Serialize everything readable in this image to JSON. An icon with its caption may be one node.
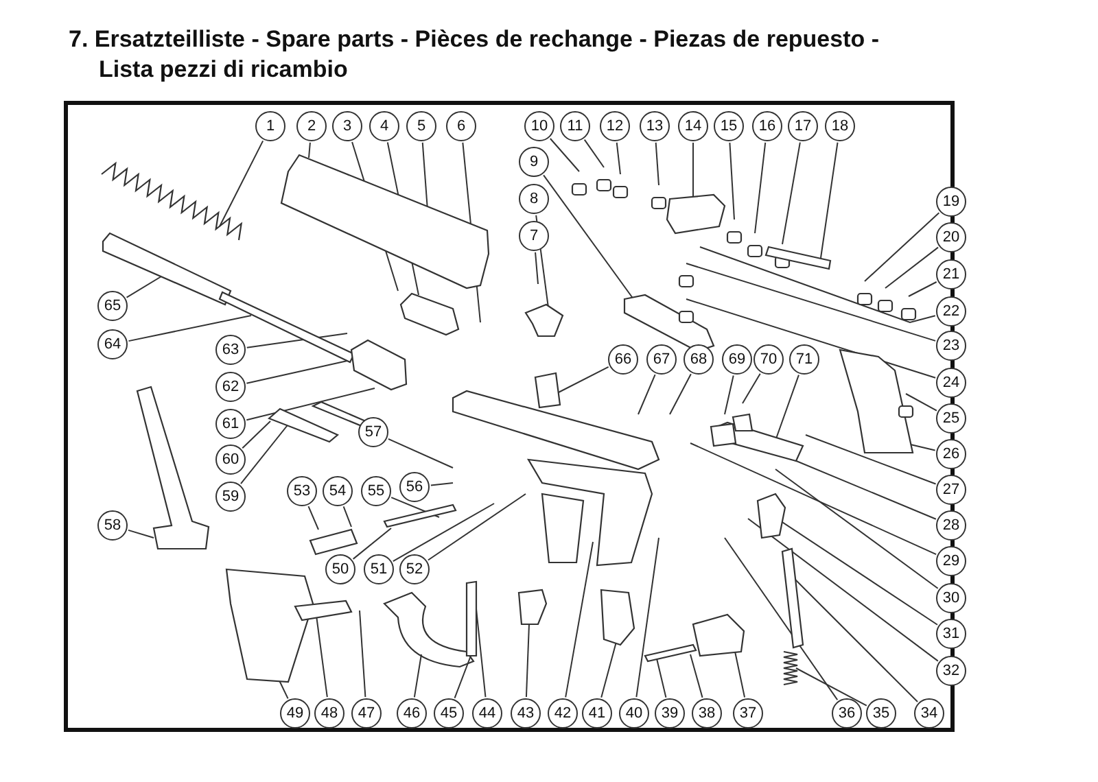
{
  "diagram": {
    "title": "7. Ersatzteilliste - Spare parts - Pièces de rechange - Piezas de repuesto - Lista pezzi di ricambio",
    "nodes": [
      {
        "text": [
          "1"
        ]
      },
      {
        "text": [
          "2"
        ]
      },
      {
        "text": [
          "3"
        ]
      },
      {
        "text": [
          "4"
        ]
      },
      {
        "text": [
          "5"
        ]
      },
      {
        "text": [
          "6"
        ]
      },
      {
        "text": [
          "7"
        ]
      },
      {
        "text": [
          "8"
        ]
      },
      {
        "text": [
          "9"
        ]
      },
      {
        "text": [
          "10"
        ]
      },
      {
        "text": [
          "11"
        ]
      },
      {
        "text": [
          "12"
        ]
      },
      {
        "text": [
          "13"
        ]
      },
      {
        "text": [
          "14"
        ]
      },
      {
        "text": [
          "15"
        ]
      },
      {
        "text": [
          "16"
        ]
      },
      {
        "text": [
          "17"
        ]
      },
      {
        "text": [
          "18"
        ]
      },
      {
        "text": [
          "19"
        ]
      },
      {
        "text": [
          "20"
        ]
      },
      {
        "text": [
          "21"
        ]
      },
      {
        "text": [
          "22"
        ]
      },
      {
        "text": [
          "23"
        ]
      },
      {
        "text": [
          "24"
        ]
      },
      {
        "text": [
          "25"
        ]
      },
      {
        "text": [
          "26"
        ]
      },
      {
        "text": [
          "27"
        ]
      },
      {
        "text": [
          "28"
        ]
      },
      {
        "text": [
          "29"
        ]
      },
      {
        "text": [
          "30"
        ]
      },
      {
        "text": [
          "31"
        ]
      },
      {
        "text": [
          "32"
        ]
      },
      {
        "text": [
          "34"
        ]
      },
      {
        "text": [
          "35"
        ]
      },
      {
        "text": [
          "36"
        ]
      },
      {
        "text": [
          "37"
        ]
      },
      {
        "text": [
          "38"
        ]
      },
      {
        "text": [
          "39"
        ]
      },
      {
        "text": [
          "40"
        ]
      },
      {
        "text": [
          "41"
        ]
      },
      {
        "text": [
          "42"
        ]
      },
      {
        "text": [
          "43"
        ]
      },
      {
        "text": [
          "44"
        ]
      },
      {
        "text": [
          "45"
        ]
      },
      {
        "text": [
          "46"
        ]
      },
      {
        "text": [
          "47"
        ]
      },
      {
        "text": [
          "48"
        ]
      },
      {
        "text": [
          "49"
        ]
      },
      {
        "text": [
          "50"
        ]
      },
      {
        "text": [
          "51"
        ]
      },
      {
        "text": [
          "52"
        ]
      },
      {
        "text": [
          "53"
        ]
      },
      {
        "text": [
          "54"
        ]
      },
      {
        "text": [
          "55"
        ]
      },
      {
        "text": [
          "56"
        ]
      },
      {
        "text": [
          "57"
        ]
      },
      {
        "text": [
          "58"
        ]
      },
      {
        "text": [
          "59"
        ]
      },
      {
        "text": [
          "60"
        ]
      },
      {
        "text": [
          "61"
        ]
      },
      {
        "text": [
          "62"
        ]
      },
      {
        "text": [
          "63"
        ]
      },
      {
        "text": [
          "64"
        ]
      },
      {
        "text": [
          "65"
        ]
      },
      {
        "text": [
          "66"
        ]
      },
      {
        "text": [
          "67"
        ]
      },
      {
        "text": [
          "68"
        ]
      },
      {
        "text": [
          "69"
        ]
      },
      {
        "text": [
          "70"
        ]
      },
      {
        "text": [
          "71"
        ]
      }
    ],
    "edges": [
      {
        "from": 0,
        "to": null,
        "arrow": "none"
      },
      {
        "from": 1,
        "to": null,
        "arrow": "none"
      },
      {
        "from": 2,
        "to": null,
        "arrow": "none"
      },
      {
        "from": 3,
        "to": null,
        "arrow": "none"
      },
      {
        "from": 4,
        "to": null,
        "arrow": "none"
      },
      {
        "from": 5,
        "to": null,
        "arrow": "none"
      },
      {
        "from": 6,
        "to": null,
        "arrow": "none"
      },
      {
        "from": 7,
        "to": null,
        "arrow": "none"
      },
      {
        "from": 8,
        "to": null,
        "arrow": "none"
      },
      {
        "from": 9,
        "to": null,
        "arrow": "none"
      },
      {
        "from": 10,
        "to": null,
        "arrow": "none"
      },
      {
        "from": 11,
        "to": null,
        "arrow": "none"
      },
      {
        "from": 12,
        "to": null,
        "arrow": "none"
      },
      {
        "from": 13,
        "to": null,
        "arrow": "none"
      },
      {
        "from": 14,
        "to": null,
        "arrow": "none"
      },
      {
        "from": 15,
        "to": null,
        "arrow": "none"
      },
      {
        "from": 16,
        "to": null,
        "arrow": "none"
      },
      {
        "from": 17,
        "to": null,
        "arrow": "none"
      },
      {
        "from": 18,
        "to": null,
        "arrow": "none"
      },
      {
        "from": 19,
        "to": null,
        "arrow": "none"
      },
      {
        "from": 20,
        "to": null,
        "arrow": "none"
      },
      {
        "from": 21,
        "to": null,
        "arrow": "none"
      },
      {
        "from": 22,
        "to": null,
        "arrow": "none"
      },
      {
        "from": 23,
        "to": null,
        "arrow": "none"
      },
      {
        "from": 24,
        "to": null,
        "arrow": "none"
      },
      {
        "from": 25,
        "to": null,
        "arrow": "none"
      },
      {
        "from": 26,
        "to": null,
        "arrow": "none"
      },
      {
        "from": 27,
        "to": null,
        "arrow": "none"
      },
      {
        "from": 28,
        "to": null,
        "arrow": "none"
      },
      {
        "from": 29,
        "to": null,
        "arrow": "none"
      },
      {
        "from": 30,
        "to": null,
        "arrow": "none"
      },
      {
        "from": 31,
        "to": null,
        "arrow": "none"
      },
      {
        "from": 32,
        "to": null,
        "arrow": "none"
      },
      {
        "from": 33,
        "to": null,
        "arrow": "none"
      },
      {
        "from": 34,
        "to": null,
        "arrow": "none"
      },
      {
        "from": 35,
        "to": null,
        "arrow": "none"
      },
      {
        "from": 36,
        "to": null,
        "arrow": "none"
      },
      {
        "from": 37,
        "to": null,
        "arrow": "none"
      },
      {
        "from": 38,
        "to": null,
        "arrow": "none"
      },
      {
        "from": 39,
        "to": null,
        "arrow": "none"
      },
      {
        "from": 40,
        "to": null,
        "arrow": "none"
      },
      {
        "from": 41,
        "to": null,
        "arrow": "none"
      },
      {
        "from": 42,
        "to": null,
        "arrow": "none"
      },
      {
        "from": 43,
        "to": null,
        "arrow": "none"
      },
      {
        "from": 44,
        "to": null,
        "arrow": "none"
      },
      {
        "from": 45,
        "to": null,
        "arrow": "none"
      },
      {
        "from": 46,
        "to": null,
        "arrow": "none"
      },
      {
        "from": 47,
        "to": null,
        "arrow": "none"
      },
      {
        "from": 48,
        "to": null,
        "arrow": "none"
      },
      {
        "from": 49,
        "to": null,
        "arrow": "none"
      },
      {
        "from": 50,
        "to": null,
        "arrow": "none"
      },
      {
        "from": 51,
        "to": null,
        "arrow": "none"
      },
      {
        "from": 52,
        "to": null,
        "arrow": "none"
      },
      {
        "from": 53,
        "to": null,
        "arrow": "none"
      },
      {
        "from": 54,
        "to": null,
        "arrow": "none"
      },
      {
        "from": 55,
        "to": null,
        "arrow": "none"
      },
      {
        "from": 56,
        "to": null,
        "arrow": "none"
      },
      {
        "from": 57,
        "to": null,
        "arrow": "none"
      },
      {
        "from": 58,
        "to": null,
        "arrow": "none"
      },
      {
        "from": 59,
        "to": null,
        "arrow": "none"
      },
      {
        "from": 60,
        "to": null,
        "arrow": "none"
      },
      {
        "from": 61,
        "to": null,
        "arrow": "none"
      },
      {
        "from": 62,
        "to": null,
        "arrow": "none"
      },
      {
        "from": 63,
        "to": null,
        "arrow": "none"
      },
      {
        "from": 64,
        "to": null,
        "arrow": "none"
      },
      {
        "from": 65,
        "to": null,
        "arrow": "none"
      },
      {
        "from": 66,
        "to": null,
        "arrow": "none"
      },
      {
        "from": 67,
        "to": null,
        "arrow": "none"
      },
      {
        "from": 68,
        "to": null,
        "arrow": "none"
      },
      {
        "from": 69,
        "to": null,
        "arrow": "none"
      }
    ]
  }
}
